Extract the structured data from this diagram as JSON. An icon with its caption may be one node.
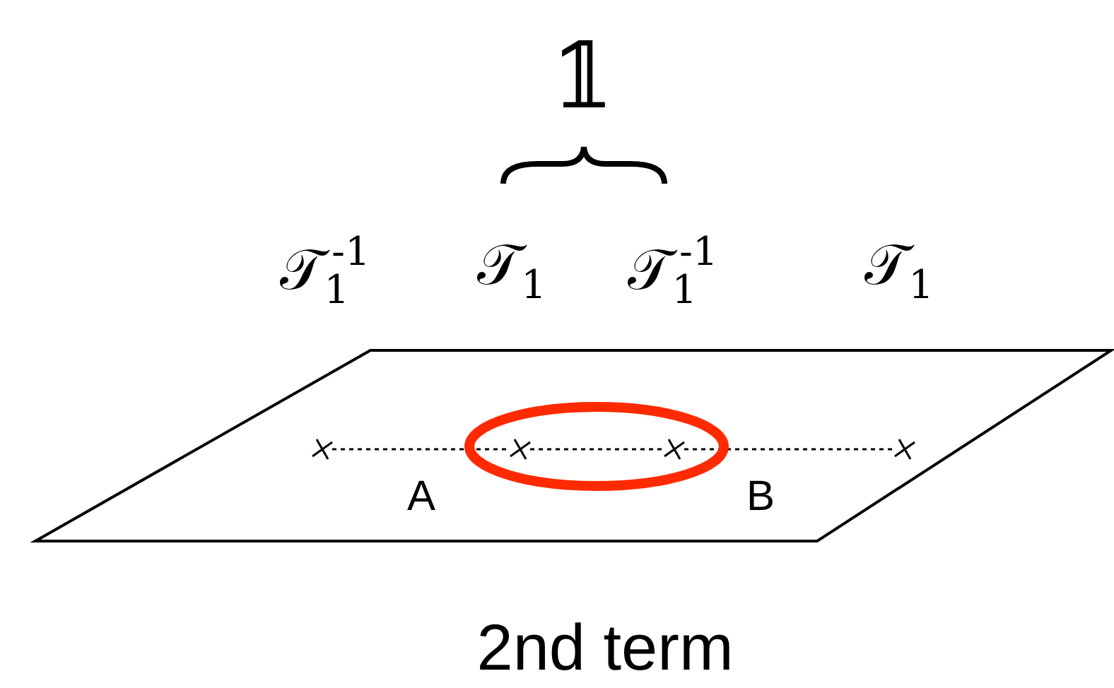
{
  "diagram": {
    "caption": "2nd term",
    "nodes": [
      {
        "text": [],
        "shape": "cross"
      },
      {
        "text": [],
        "shape": "cross"
      },
      {
        "text": [],
        "shape": "cross"
      },
      {
        "text": [],
        "shape": "cross"
      }
    ],
    "edges": [
      {
        "from": 0,
        "to": 1,
        "arrow": "none",
        "style": "dashed"
      },
      {
        "from": 1,
        "to": 2,
        "arrow": "none",
        "style": "dashed"
      },
      {
        "from": 2,
        "to": 3,
        "arrow": "none",
        "style": "dashed"
      }
    ],
    "labels": [
      "𝟙",
      "𝒯$_{1}$$^{-1}$",
      "𝒯$_{1}$",
      "𝒯$_{1}$$^{-1}$",
      "𝒯$_{1}$",
      "A",
      "B"
    ]
  }
}
